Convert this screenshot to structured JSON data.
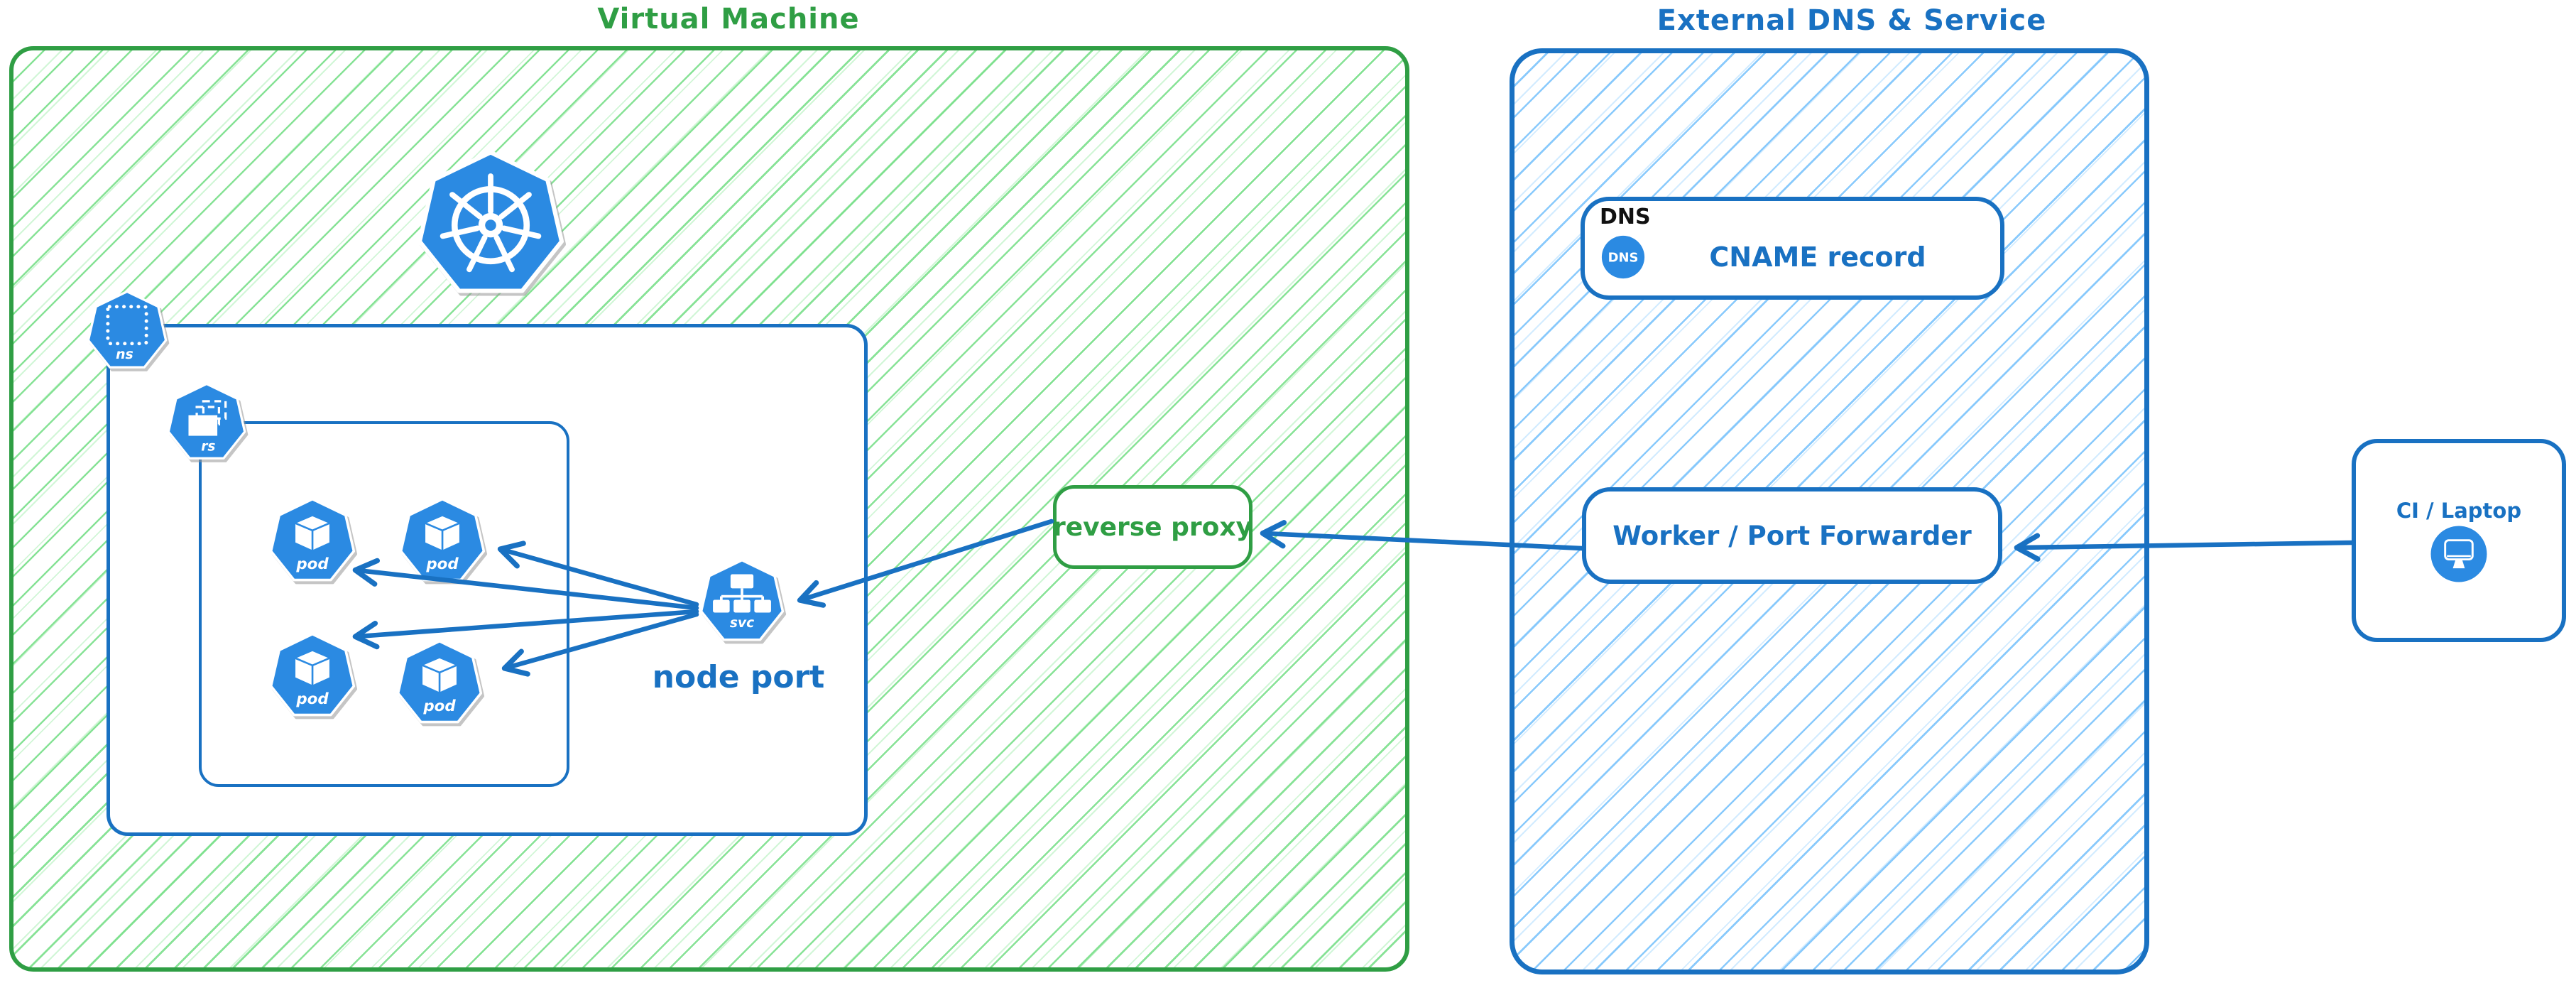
{
  "regions": {
    "virtual_machine": {
      "title": "Virtual Machine"
    },
    "external": {
      "title": "External DNS & Service"
    }
  },
  "k8s": {
    "ns": "ns",
    "rs": "rs",
    "pod": "pod",
    "svc": "svc",
    "node_port": "node port"
  },
  "nodes": {
    "reverse_proxy": {
      "label": "reverse proxy"
    },
    "dns": {
      "group_label": "DNS",
      "badge": "DNS",
      "record": "CNAME record"
    },
    "worker": {
      "label": "Worker / Port Forwarder"
    },
    "ci": {
      "label": "CI / Laptop"
    }
  },
  "icons": [
    "kubernetes-logo-icon",
    "namespace-icon",
    "replicaset-icon",
    "pod-icon",
    "service-icon",
    "dns-badge-icon",
    "monitor-icon"
  ],
  "flows": [
    {
      "from": "CI / Laptop",
      "to": "Worker / Port Forwarder"
    },
    {
      "from": "Worker / Port Forwarder",
      "to": "reverse proxy"
    },
    {
      "from": "reverse proxy",
      "to": "node port (svc)"
    },
    {
      "from": "node port (svc)",
      "to": "pod 1"
    },
    {
      "from": "node port (svc)",
      "to": "pod 2"
    },
    {
      "from": "node port (svc)",
      "to": "pod 3"
    },
    {
      "from": "node port (svc)",
      "to": "pod 4"
    }
  ],
  "colors": {
    "green": "#2f9e44",
    "green_hatch": "#8ce99a",
    "blue": "#1971c2",
    "blue_hatch": "#74c0fc",
    "icon_blue": "#2b8ae2",
    "text_black": "#111111"
  }
}
